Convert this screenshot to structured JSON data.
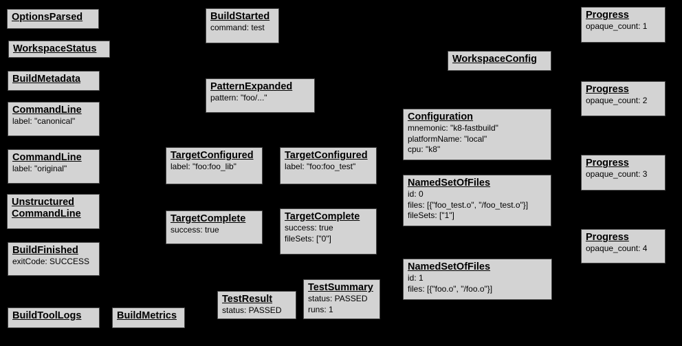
{
  "diagram": {
    "description": "Bazel Build Event Protocol event graph",
    "background_color": "#000000",
    "node_fill_color": "#d3d3d3",
    "node_border_color": "#4a4a4a",
    "node_text_color": "#000000"
  },
  "nodes": [
    {
      "title": "OptionsParsed",
      "attrs": []
    },
    {
      "title": "WorkspaceStatus",
      "attrs": []
    },
    {
      "title": "BuildMetadata",
      "attrs": []
    },
    {
      "title": "CommandLine",
      "attrs": [
        "label: \"canonical\""
      ]
    },
    {
      "title": "CommandLine",
      "attrs": [
        "label: \"original\""
      ]
    },
    {
      "title": "Unstructured\nCommandLine",
      "attrs": []
    },
    {
      "title": "BuildFinished",
      "attrs": [
        "exitCode: SUCCESS"
      ]
    },
    {
      "title": "BuildToolLogs",
      "attrs": []
    },
    {
      "title": "BuildMetrics",
      "attrs": []
    },
    {
      "title": "BuildStarted",
      "attrs": [
        "command: test"
      ]
    },
    {
      "title": "PatternExpanded",
      "attrs": [
        "pattern: \"foo/...\""
      ]
    },
    {
      "title": "TargetConfigured",
      "attrs": [
        "label: \"foo:foo_lib\""
      ]
    },
    {
      "title": "TargetConfigured",
      "attrs": [
        "label: \"foo:foo_test\""
      ]
    },
    {
      "title": "TargetComplete",
      "attrs": [
        "success: true"
      ]
    },
    {
      "title": "TargetComplete",
      "attrs": [
        "success: true",
        "fileSets: [\"0\"]"
      ]
    },
    {
      "title": "TestResult",
      "attrs": [
        "status: PASSED"
      ]
    },
    {
      "title": "TestSummary",
      "attrs": [
        "status: PASSED",
        "runs: 1"
      ]
    },
    {
      "title": "WorkspaceConfig",
      "attrs": []
    },
    {
      "title": "Configuration",
      "attrs": [
        "mnemonic: \"k8-fastbuild\"",
        "platformName: \"local\"",
        "cpu: \"k8\""
      ]
    },
    {
      "title": "NamedSetOfFiles",
      "attrs": [
        "id: 0",
        "files: [{\"foo_test.o\", \"/foo_test.o\"}]",
        "fileSets: [\"1\"]"
      ]
    },
    {
      "title": "NamedSetOfFiles",
      "attrs": [
        "id: 1",
        "files: [{\"foo.o\", \"/foo.o\"}]"
      ]
    },
    {
      "title": "Progress",
      "attrs": [
        "opaque_count: 1"
      ]
    },
    {
      "title": "Progress",
      "attrs": [
        "opaque_count: 2"
      ]
    },
    {
      "title": "Progress",
      "attrs": [
        "opaque_count: 3"
      ]
    },
    {
      "title": "Progress",
      "attrs": [
        "opaque_count: 4"
      ]
    }
  ]
}
